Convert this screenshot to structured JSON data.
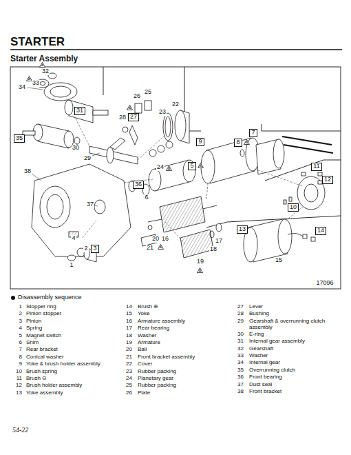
{
  "diagram": {
    "title": "STARTER",
    "nodes": [
      {
        "text": [
          "35"
        ]
      },
      {
        "text": [
          "31"
        ]
      },
      {
        "text": [
          "27"
        ]
      },
      {
        "text": [
          "9"
        ]
      },
      {
        "text": [
          "8"
        ]
      },
      {
        "text": [
          "7"
        ]
      },
      {
        "text": [
          "5"
        ]
      },
      {
        "text": [
          "36"
        ]
      },
      {
        "text": [
          "11"
        ]
      },
      {
        "text": [
          "12"
        ]
      },
      {
        "text": [
          "10"
        ]
      },
      {
        "text": [
          "13"
        ]
      },
      {
        "text": [
          "14"
        ]
      },
      {
        "text": [
          "3"
        ]
      }
    ],
    "labels": [
      "Starter Assembly",
      "32",
      "33",
      "34",
      "30",
      "26",
      "25",
      "22",
      "23",
      "28",
      "29",
      "24",
      "38",
      "37",
      "6",
      "4",
      "20",
      "16",
      "21",
      "19",
      "18",
      "17",
      "2",
      "1",
      "15",
      "17096",
      "Disassembly sequence",
      "1",
      "Stopper ring",
      "2",
      "Pinion stopper",
      "3",
      "Pinion",
      "4",
      "Spring",
      "5",
      "Magnet switch",
      "6",
      "Shim",
      "7",
      "Rear bracket",
      "8",
      "Conical washer",
      "9",
      "Yoke & brush holder assembly",
      "10",
      "Brush spring",
      "11",
      "Brush ⊖",
      "12",
      "Brush holder assembly",
      "13",
      "Yoke assembly",
      "14",
      "Brush ⊕",
      "15",
      "Yoke",
      "16",
      "Armature assembly",
      "17",
      "Rear bearing",
      "18",
      "Washer",
      "19",
      "Armature",
      "20",
      "Ball",
      "21",
      "Front bracket assembly",
      "22",
      "Cover",
      "23",
      "Rubber packing",
      "24",
      "Planetary gear",
      "25",
      "Rubber packing",
      "26",
      "Plate",
      "27",
      "Lever",
      "28",
      "Bushing",
      "29",
      "Gearshaft & overrunning clutch assembly",
      "30",
      "E-ring",
      "31",
      "Internal gear assembly",
      "32",
      "Gearshaft",
      "33",
      "Washer",
      "34",
      "Internal gear",
      "35",
      "Overrunning clutch",
      "36",
      "Front bearing",
      "37",
      "Dust seal",
      "38",
      "Front bracket",
      "54-22"
    ]
  }
}
